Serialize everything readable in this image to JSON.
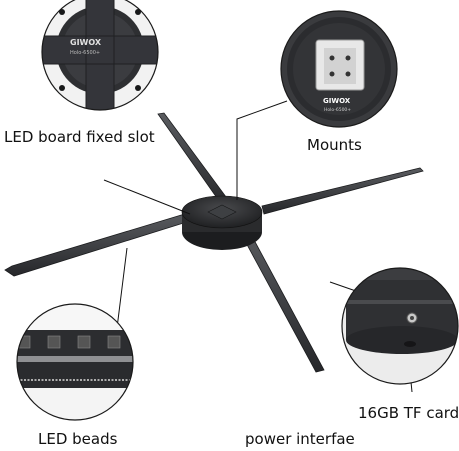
{
  "brand": "GIWOX",
  "model": "Holo-6500+",
  "callouts": {
    "slot": "LED board fixed slot",
    "mounts": "Mounts",
    "beads": "LED beads",
    "power": "power interfae",
    "card": "16GB TF card"
  },
  "colors": {
    "blade": "#3a3c3f",
    "blade_edge": "#1c1d1f",
    "hub": "#2a2b2d",
    "line": "#111111",
    "circle_border": "#1a1a1a"
  }
}
